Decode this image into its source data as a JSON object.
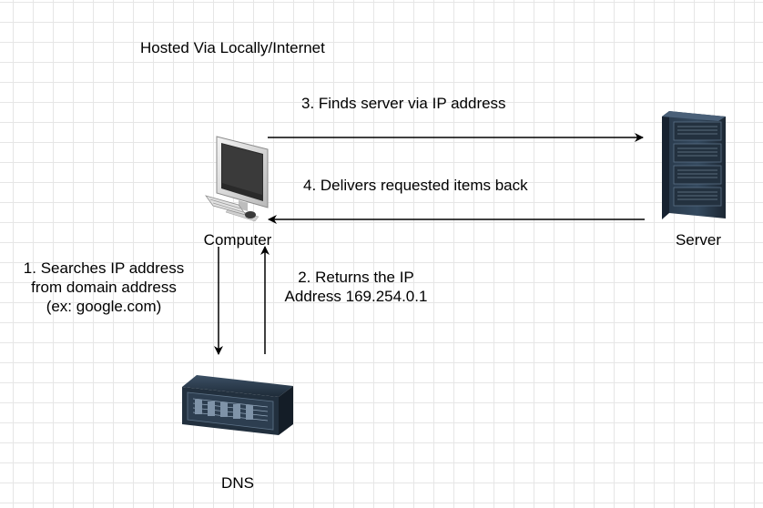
{
  "title": "Hosted Via Locally/Internet",
  "nodes": {
    "computer": {
      "label": "Computer",
      "icon": "desktop-computer-icon"
    },
    "server": {
      "label": "Server",
      "icon": "server-rack-icon"
    },
    "dns": {
      "label": "DNS",
      "icon": "dns-server-icon"
    }
  },
  "steps": {
    "step1": [
      "1. Searches IP address",
      "from domain address",
      "(ex: google.com)"
    ],
    "step2": [
      "2. Returns the IP",
      "Address 169.254.0.1"
    ],
    "step3": "3. Finds server via IP address",
    "step4": "4. Delivers requested items back"
  },
  "colors": {
    "grid": "#e6e6e6",
    "arrow": "#000000",
    "server_dark": "#1b2a38"
  }
}
